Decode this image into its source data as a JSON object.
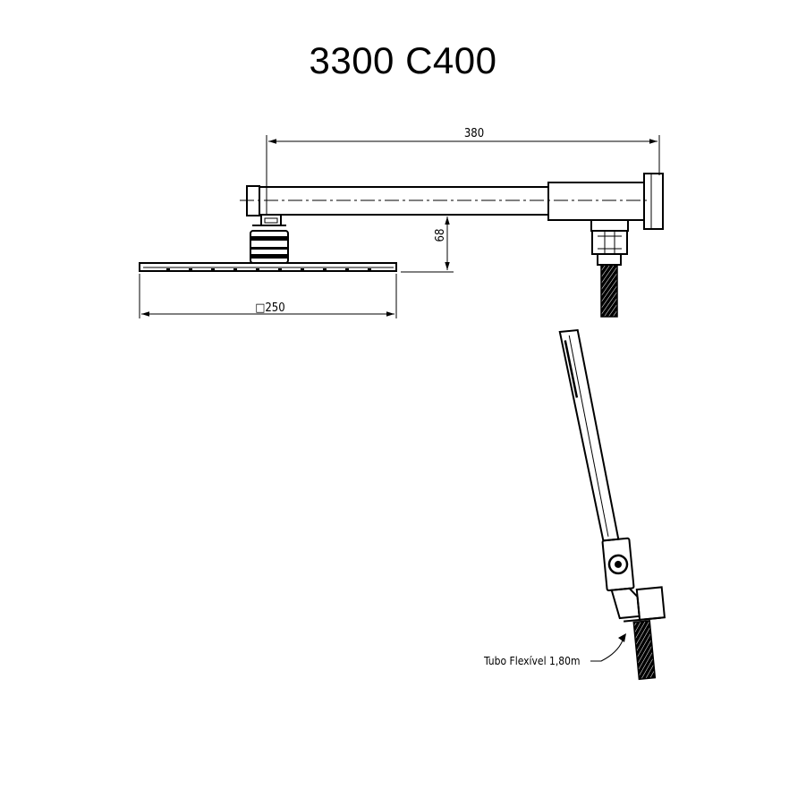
{
  "title": "3300 C400",
  "dimensions": {
    "arm_length": "380",
    "head_drop": "68",
    "head_size": "□250"
  },
  "callout": {
    "hose_label": "Tubo Flexível 1,80m"
  },
  "colors": {
    "line": "#000000",
    "background": "#ffffff"
  }
}
